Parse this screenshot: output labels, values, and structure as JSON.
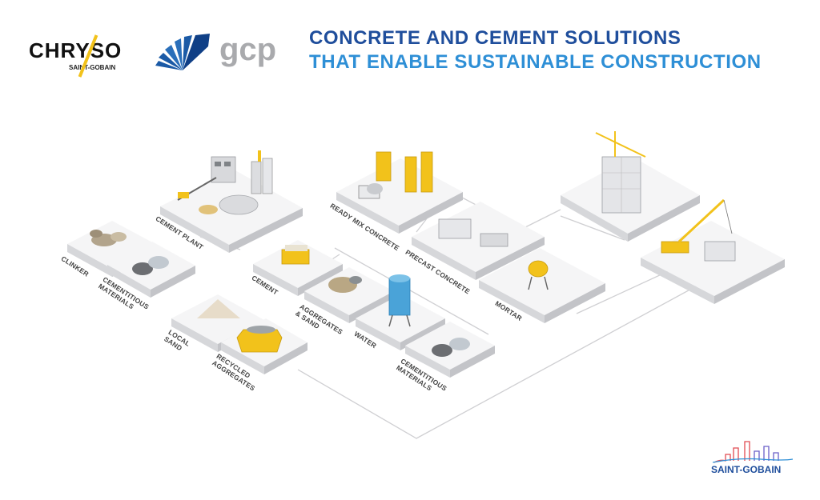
{
  "header": {
    "title_line1": "CONCRETE AND CEMENT SOLUTIONS",
    "title_line2": "THAT ENABLE SUSTAINABLE CONSTRUCTION",
    "title_color1": "#1f4e9c",
    "title_color2": "#2e8fd6"
  },
  "logos": {
    "chryso_word": "CHRYSO",
    "chryso_sub": "SAINT-GOBAIN",
    "gcp_word": "gcp",
    "saint_gobain_word": "SAINT-GOBAIN"
  },
  "labels": {
    "cement_plant": "CEMENT PLANT",
    "clinker": "CLINKER",
    "cementitious_1_line1": "CEMENTITIOUS",
    "cementitious_1_line2": "MATERIALS",
    "local_sand_line1": "LOCAL",
    "local_sand_line2": "SAND",
    "recycled_line1": "RECYCLED",
    "recycled_line2": "AGGREGATES",
    "cement": "CEMENT",
    "aggregates_line1": "AGGREGATES",
    "aggregates_line2": "& SAND",
    "water": "WATER",
    "cementitious_2_line1": "CEMENTITIOUS",
    "cementitious_2_line2": "MATERIALS",
    "ready_mix": "READY MIX CONCRETE",
    "precast": "PRECAST CONCRETE",
    "mortar": "MORTAR"
  },
  "colors": {
    "platform_top": "#f5f5f6",
    "platform_left": "#d6d7da",
    "platform_right": "#c3c4c8",
    "connector": "#cfcfd2",
    "accent_yellow": "#f2c21b",
    "brand_blue": "#1f4e9c"
  }
}
